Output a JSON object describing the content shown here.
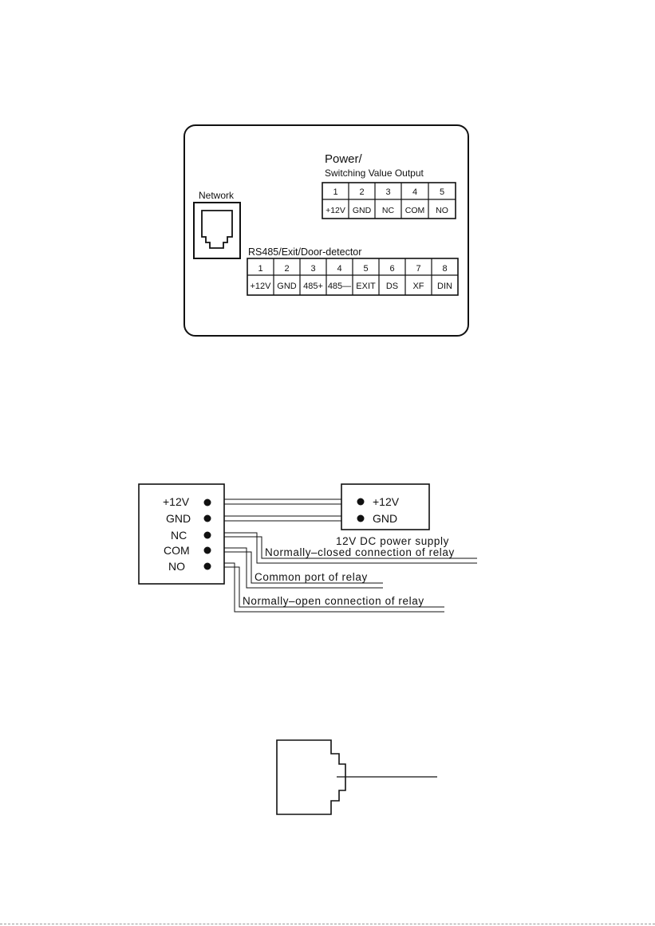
{
  "panel": {
    "network_label": "Network",
    "power_title_line1": "Power/",
    "power_title_line2": "Switching Value Output",
    "power_pins": [
      {
        "num": "1",
        "label": "+12V"
      },
      {
        "num": "2",
        "label": "GND"
      },
      {
        "num": "3",
        "label": "NC"
      },
      {
        "num": "4",
        "label": "COM"
      },
      {
        "num": "5",
        "label": "NO"
      }
    ],
    "rs485_title": "RS485/Exit/Door-detector",
    "rs485_pins": [
      {
        "num": "1",
        "label": "+12V"
      },
      {
        "num": "2",
        "label": "GND"
      },
      {
        "num": "3",
        "label": "485+"
      },
      {
        "num": "4",
        "label": "485—"
      },
      {
        "num": "5",
        "label": "EXIT"
      },
      {
        "num": "6",
        "label": "DS"
      },
      {
        "num": "7",
        "label": "XF"
      },
      {
        "num": "8",
        "label": "DIN"
      }
    ]
  },
  "wiring": {
    "terminals": [
      "+12V",
      "GND",
      "NC",
      "COM",
      "NO"
    ],
    "supply_terminals": [
      "+12V",
      "GND"
    ],
    "supply_caption": "12V DC power supply",
    "nc_caption": "Normally–closed connection of relay",
    "com_caption": "Common port of relay",
    "no_caption": "Normally–open connection of relay"
  }
}
